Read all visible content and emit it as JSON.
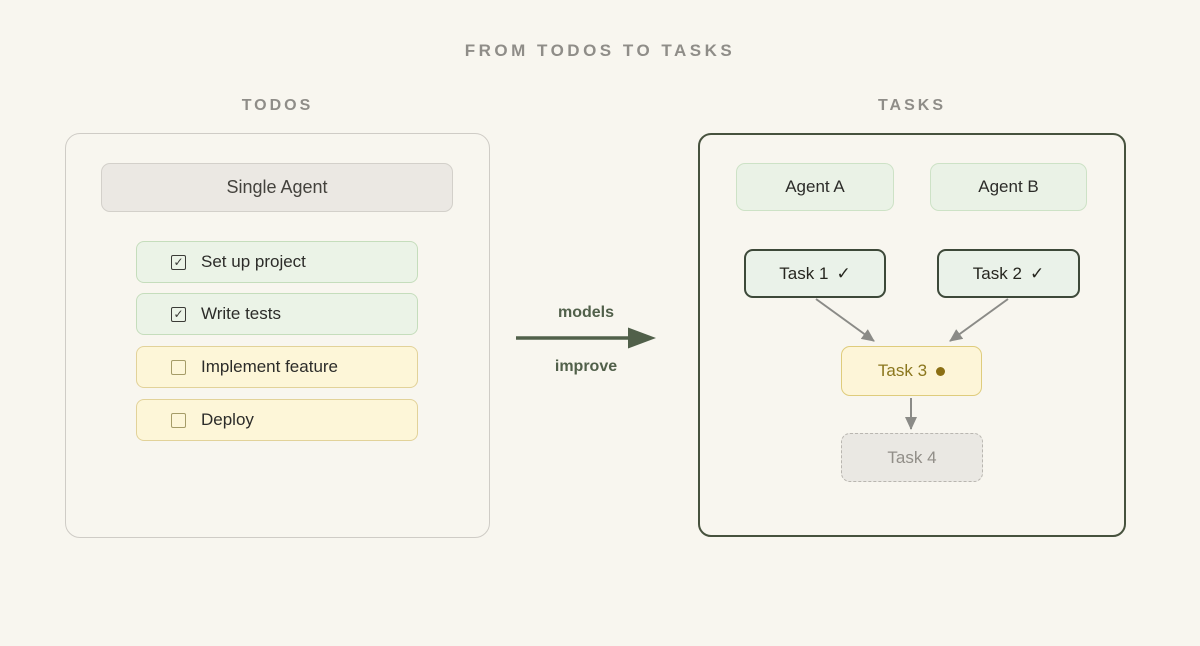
{
  "title": "FROM TODOS TO TASKS",
  "colors": {
    "page_background": "#f8f6ef",
    "muted_heading_gray": "#8f8d88",
    "todos_panel_border": "#cfccc6",
    "tasks_panel_border": "#47523e",
    "green_box_bg": "#ebf3e7",
    "green_box_border": "#c5ddbc",
    "yellow_box_bg": "#fdf6d8",
    "yellow_box_border": "#e2d299",
    "done_task_border": "#3d4939",
    "active_task_text": "#8b771e",
    "pending_task_text": "#918e88",
    "transition_green": "#51604a",
    "flow_arrow_gray": "#8b8b87"
  },
  "todos_panel": {
    "heading": "TODOS",
    "agent_box_label": "Single Agent",
    "items": [
      {
        "label": "Set up project",
        "checked": true
      },
      {
        "label": "Write tests",
        "checked": true
      },
      {
        "label": "Implement feature",
        "checked": false
      },
      {
        "label": "Deploy",
        "checked": false
      }
    ]
  },
  "transition": {
    "top_label": "models",
    "bottom_label": "improve",
    "arrow_icon": "right-arrow"
  },
  "tasks_panel": {
    "heading": "TASKS",
    "agents": [
      {
        "label": "Agent A"
      },
      {
        "label": "Agent B"
      }
    ],
    "tasks": [
      {
        "label": "Task 1",
        "suffix": "✓",
        "status": "done"
      },
      {
        "label": "Task 2",
        "suffix": "✓",
        "status": "done"
      },
      {
        "label": "Task 3",
        "status": "in-progress"
      },
      {
        "label": "Task 4",
        "status": "pending"
      }
    ],
    "edges": [
      {
        "from": "Task 1",
        "to": "Task 3"
      },
      {
        "from": "Task 2",
        "to": "Task 3"
      },
      {
        "from": "Task 3",
        "to": "Task 4"
      }
    ]
  },
  "icons": {
    "check": "✓"
  }
}
